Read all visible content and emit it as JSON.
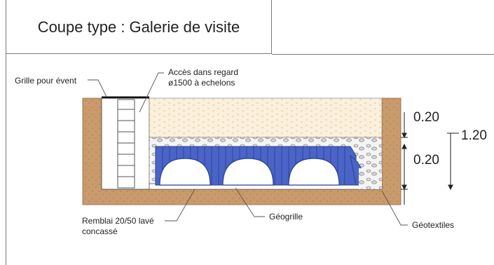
{
  "title": "Coupe type : Galerie de visite",
  "labels": {
    "grille": "Grille pour évent",
    "acces_line1": "Accès dans regard",
    "acces_line2": "ø1500 à echelons",
    "remblai_line1": "Remblai 20/50 lavé",
    "remblai_line2": "concassé",
    "geogrille": "Géogrille",
    "geotextiles": "Géotextiles"
  },
  "dimensions": {
    "top_layer": "0.20",
    "middle_layer": "0.20",
    "total": "1.20"
  },
  "colors": {
    "soil": "#c89a6c",
    "chamber": "#4a64c8",
    "sand": "#fbf0dc",
    "gravel": "#e9e9e9"
  }
}
